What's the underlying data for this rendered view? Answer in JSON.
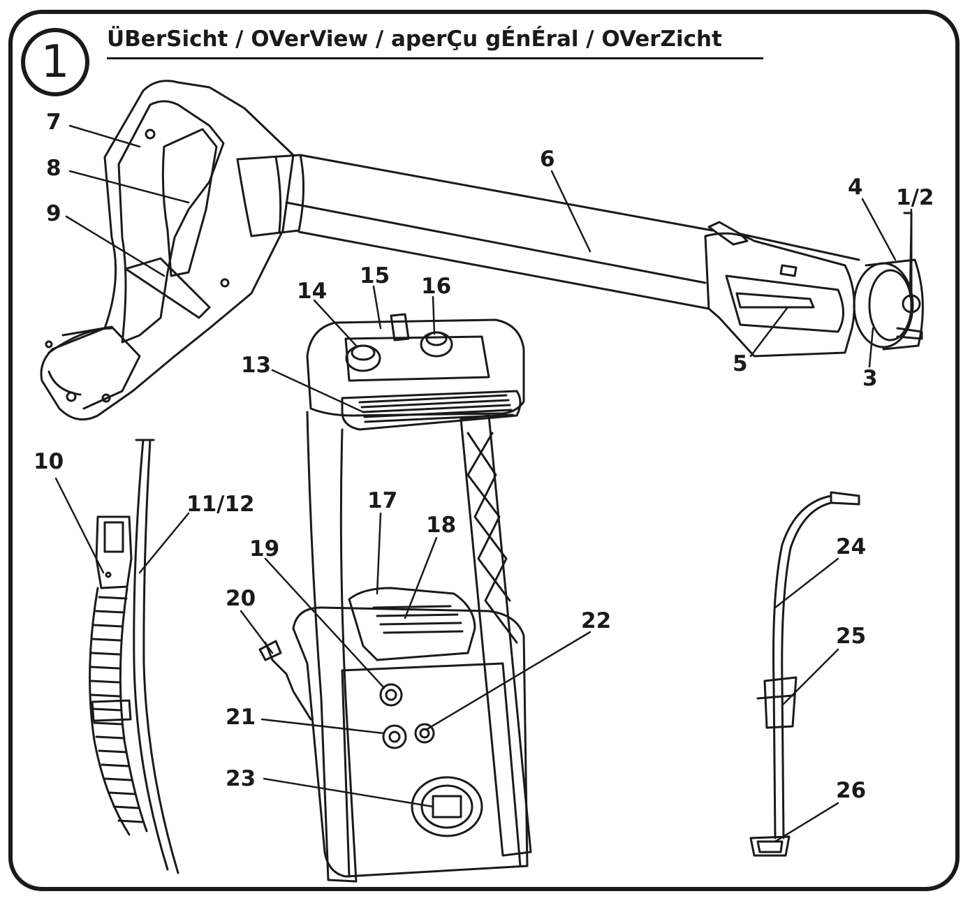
{
  "step_number": "1",
  "title": "ÜBerSicht / OVerView / aperÇu gÉnÉral / OVerZicht",
  "callouts": [
    {
      "id": "c7",
      "label": "7"
    },
    {
      "id": "c8",
      "label": "8"
    },
    {
      "id": "c9",
      "label": "9"
    },
    {
      "id": "c6",
      "label": "6"
    },
    {
      "id": "c4",
      "label": "4"
    },
    {
      "id": "c12",
      "label": "1/2"
    },
    {
      "id": "c5",
      "label": "5"
    },
    {
      "id": "c3",
      "label": "3"
    },
    {
      "id": "c14",
      "label": "14"
    },
    {
      "id": "c15",
      "label": "15"
    },
    {
      "id": "c16",
      "label": "16"
    },
    {
      "id": "c13",
      "label": "13"
    },
    {
      "id": "c10",
      "label": "10"
    },
    {
      "id": "c1112",
      "label": "11/12"
    },
    {
      "id": "c17",
      "label": "17"
    },
    {
      "id": "c18",
      "label": "18"
    },
    {
      "id": "c19",
      "label": "19"
    },
    {
      "id": "c20",
      "label": "20"
    },
    {
      "id": "c21",
      "label": "21"
    },
    {
      "id": "c22",
      "label": "22"
    },
    {
      "id": "c23",
      "label": "23"
    },
    {
      "id": "c24",
      "label": "24"
    },
    {
      "id": "c25",
      "label": "25"
    },
    {
      "id": "c26",
      "label": "26"
    }
  ]
}
